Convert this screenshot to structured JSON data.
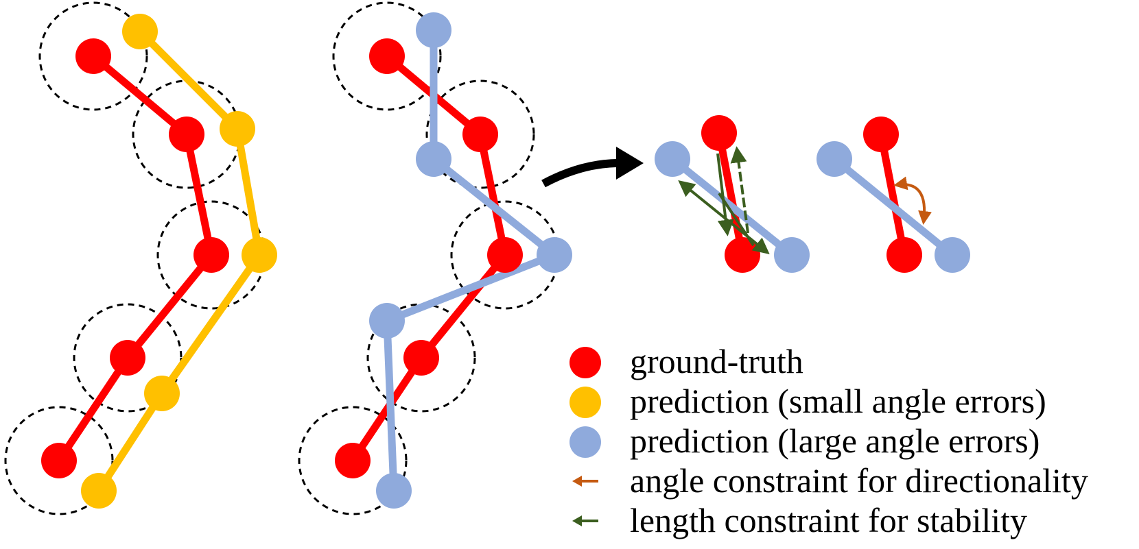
{
  "colors": {
    "ground_truth": "#ff0000",
    "pred_small": "#ffc000",
    "pred_large": "#8faadc",
    "angle_arrow": "#c55a11",
    "length_arrow": "#3b5e1f",
    "tolerance_circle": "#000000",
    "transition_arrow": "#000000"
  },
  "legend": {
    "ground_truth": "ground-truth",
    "pred_small": "prediction (small angle errors)",
    "pred_large": "prediction (large angle errors)",
    "angle_constraint": "angle constraint for directionality",
    "length_constraint": "length constraint for stability"
  },
  "icons": {
    "transition": "curved-arrow-right-icon",
    "angle": "double-headed-curved-arrow-icon",
    "length": "double-headed-straight-arrow-icon"
  }
}
